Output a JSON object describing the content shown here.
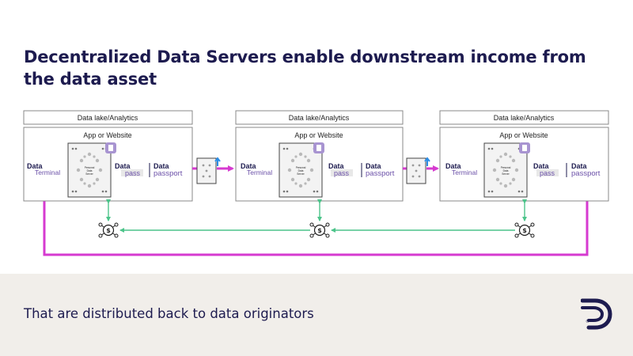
{
  "slide": {
    "title": "Decentralized Data Servers enable downstream income from the data asset",
    "subtitle": "That are distributed back to data originators"
  },
  "panels": [
    {
      "header": "Data lake/Analytics",
      "app_label": "App or Website",
      "server_text": [
        "Personal",
        "Data",
        "Server"
      ],
      "terminal": {
        "brand": "Data",
        "name": "Terminal"
      },
      "pass": {
        "brand": "Data",
        "name": "pass"
      },
      "passport": {
        "brand": "Data",
        "name": "passport"
      }
    },
    {
      "header": "Data lake/Analytics",
      "app_label": "App or Website",
      "server_text": [
        "Personal",
        "Data",
        "Server"
      ],
      "terminal": {
        "brand": "Data",
        "name": "Terminal"
      },
      "pass": {
        "brand": "Data",
        "name": "pass"
      },
      "passport": {
        "brand": "Data",
        "name": "passport"
      }
    },
    {
      "header": "Data lake/Analytics",
      "app_label": "App or Website",
      "server_text": [
        "Personal",
        "Data",
        "Server"
      ],
      "terminal": {
        "brand": "Data",
        "name": "Terminal"
      },
      "pass": {
        "brand": "Data",
        "name": "pass"
      },
      "passport": {
        "brand": "Data",
        "name": "passport"
      }
    }
  ],
  "colors": {
    "navy": "#1d1b4f",
    "magenta": "#d63ad0",
    "green": "#4cc48a",
    "purple": "#6b50a8",
    "blue": "#2b8de6",
    "footer_bg": "#f1eeea"
  },
  "icons": [
    "dollar-network-icon",
    "document-icon",
    "brand-logo"
  ]
}
